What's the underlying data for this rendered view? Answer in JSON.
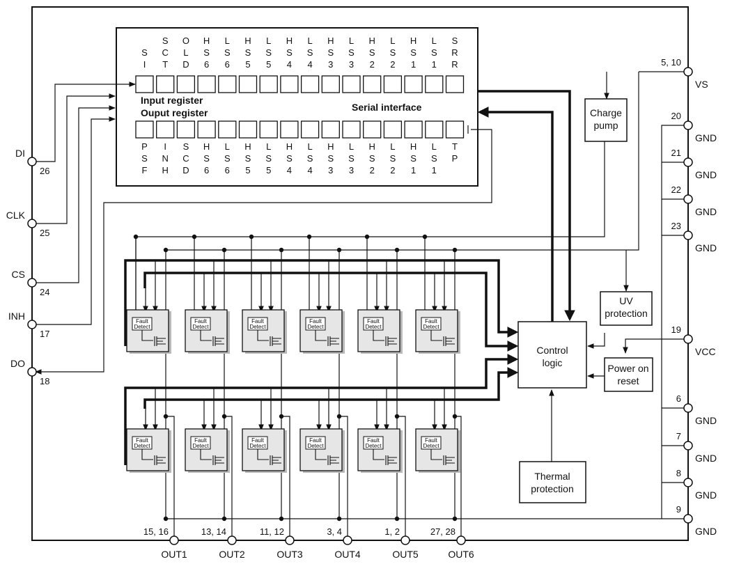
{
  "left_pins": [
    {
      "name": "DI",
      "number": "26"
    },
    {
      "name": "CLK",
      "number": "25"
    },
    {
      "name": "CS",
      "number": "24"
    },
    {
      "name": "INH",
      "number": "17"
    },
    {
      "name": "DO",
      "number": "18"
    }
  ],
  "right_pins": [
    {
      "name": "VS",
      "number": "5, 10"
    },
    {
      "name": "GND",
      "number": "20"
    },
    {
      "name": "GND",
      "number": "21"
    },
    {
      "name": "GND",
      "number": "22"
    },
    {
      "name": "GND",
      "number": "23"
    },
    {
      "name": "VCC",
      "number": "19"
    },
    {
      "name": "GND",
      "number": "6"
    },
    {
      "name": "GND",
      "number": "7"
    },
    {
      "name": "GND",
      "number": "8"
    },
    {
      "name": "GND",
      "number": "9"
    }
  ],
  "bottom_pins": [
    {
      "name": "OUT1",
      "number": "15, 16"
    },
    {
      "name": "OUT2",
      "number": "13, 14"
    },
    {
      "name": "OUT3",
      "number": "11, 12"
    },
    {
      "name": "OUT4",
      "number": "3, 4"
    },
    {
      "name": "OUT5",
      "number": "1, 2"
    },
    {
      "name": "OUT6",
      "number": "27, 28"
    }
  ],
  "input_register": {
    "title": "Input register",
    "bits": [
      [
        "S",
        "I",
        ""
      ],
      [
        "S",
        "C",
        "T"
      ],
      [
        "O",
        "L",
        "D"
      ],
      [
        "H",
        "S",
        "6"
      ],
      [
        "L",
        "S",
        "6"
      ],
      [
        "H",
        "S",
        "5"
      ],
      [
        "L",
        "S",
        "5"
      ],
      [
        "H",
        "S",
        "4"
      ],
      [
        "L",
        "S",
        "4"
      ],
      [
        "H",
        "S",
        "3"
      ],
      [
        "L",
        "S",
        "3"
      ],
      [
        "H",
        "S",
        "2"
      ],
      [
        "L",
        "S",
        "2"
      ],
      [
        "H",
        "S",
        "1"
      ],
      [
        "L",
        "S",
        "1"
      ],
      [
        "S",
        "R",
        "R"
      ]
    ]
  },
  "output_register": {
    "title": "Ouput register",
    "bits": [
      [
        "P",
        "S",
        "F"
      ],
      [
        "I",
        "N",
        "H"
      ],
      [
        "S",
        "C",
        "D"
      ],
      [
        "H",
        "S",
        "6"
      ],
      [
        "L",
        "S",
        "6"
      ],
      [
        "H",
        "S",
        "5"
      ],
      [
        "L",
        "S",
        "5"
      ],
      [
        "H",
        "S",
        "4"
      ],
      [
        "L",
        "S",
        "4"
      ],
      [
        "H",
        "S",
        "3"
      ],
      [
        "L",
        "S",
        "3"
      ],
      [
        "H",
        "S",
        "2"
      ],
      [
        "L",
        "S",
        "2"
      ],
      [
        "H",
        "S",
        "1"
      ],
      [
        "L",
        "S",
        "1"
      ],
      [
        "T",
        "P",
        ""
      ]
    ]
  },
  "serial_interface_label": "Serial interface",
  "blocks": {
    "charge_pump": [
      "Charge",
      "pump"
    ],
    "uv_protection": [
      "UV",
      "protection"
    ],
    "control_logic": [
      "Control",
      "logic"
    ],
    "power_on_reset": [
      "Power on",
      "reset"
    ],
    "thermal_protection": [
      "Thermal",
      "protection"
    ]
  },
  "fault_detect_label": [
    "Fault",
    "Detect"
  ]
}
